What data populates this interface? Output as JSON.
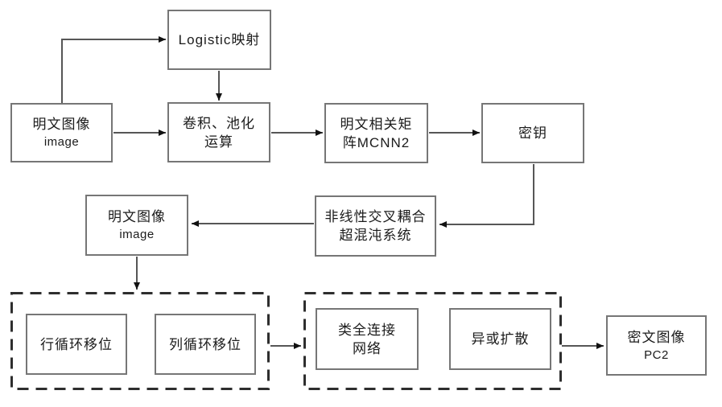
{
  "boxes": {
    "plain_image_top": {
      "line1": "明文图像",
      "line2": "image"
    },
    "logistic": {
      "line1": "Logistic映射"
    },
    "conv_pool": {
      "line1": "卷积、池化",
      "line2": "运算"
    },
    "mcnn2": {
      "line1": "明文相关矩",
      "line2": "阵MCNN2"
    },
    "key": {
      "line1": "密钥"
    },
    "plain_image_mid": {
      "line1": "明文图像",
      "line2": "image"
    },
    "hyperchaos": {
      "line1": "非线性交叉耦合",
      "line2": "超混沌系统"
    },
    "row_shift": {
      "line1": "行循环移位"
    },
    "col_shift": {
      "line1": "列循环移位"
    },
    "fc_network": {
      "line1": "类全连接",
      "line2": "网络"
    },
    "xor_diffusion": {
      "line1": "异或扩散"
    },
    "cipher_image": {
      "line1": "密文图像",
      "line2": "PC2"
    }
  },
  "colors": {
    "background": "#ffffff",
    "box_border": "#767676",
    "dashed_border": "#2e2e2e",
    "connector": "#565656",
    "arrowhead": "#111111",
    "text": "#1b1b1b"
  }
}
